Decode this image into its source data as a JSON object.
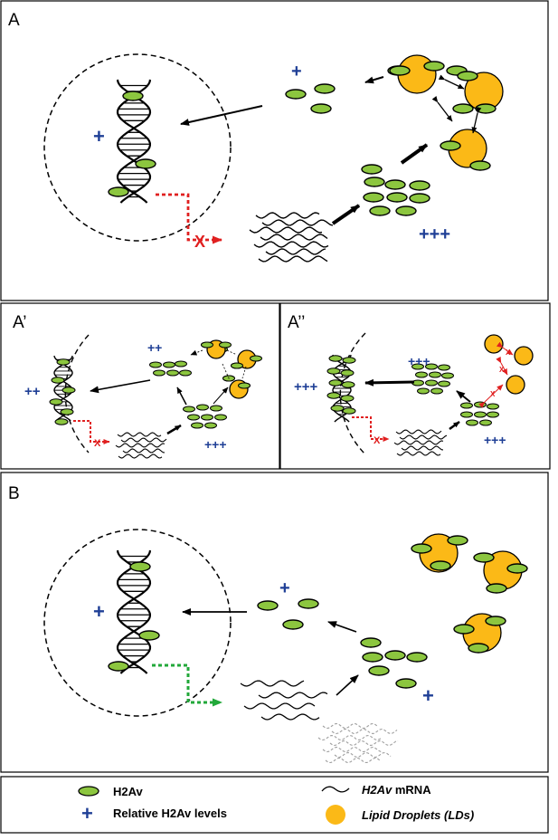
{
  "colors": {
    "h2av_fill": "#8cc63f",
    "ld_fill": "#fbb917",
    "plus": "#1f3f96",
    "blocked": "#e02020",
    "active": "#22a83a",
    "mrna_degraded": "#a0a0a0",
    "outline": "#000000"
  },
  "panels": {
    "A": {
      "label": "A",
      "nuclear_level": "+",
      "cyto_level": "+",
      "mrna_level": "+++",
      "blocked_mark": "X"
    },
    "A1": {
      "label": "A’",
      "nuclear_level": "++",
      "cyto_level": "++",
      "mrna_level": "+++",
      "blocked_mark": "X"
    },
    "A2": {
      "label": "A’’",
      "nuclear_level": "+++",
      "cyto_level": "+++",
      "mrna_level": "+++",
      "blocked_mark": "X"
    },
    "B": {
      "label": "B",
      "nuclear_level": "+",
      "cyto_level": "+",
      "mrna_level": "+"
    }
  },
  "legend": {
    "h2av": "H2Av",
    "plus_label": "Relative H2Av levels",
    "mrna_italic": "H2Av",
    "mrna_rest": " mRNA",
    "ld": "Lipid Droplets (LDs)"
  },
  "icons": {
    "h2av": "green-ellipse",
    "ld": "orange-circle",
    "mrna": "wavy-line",
    "level": "plus-sign",
    "dna": "double-helix"
  }
}
